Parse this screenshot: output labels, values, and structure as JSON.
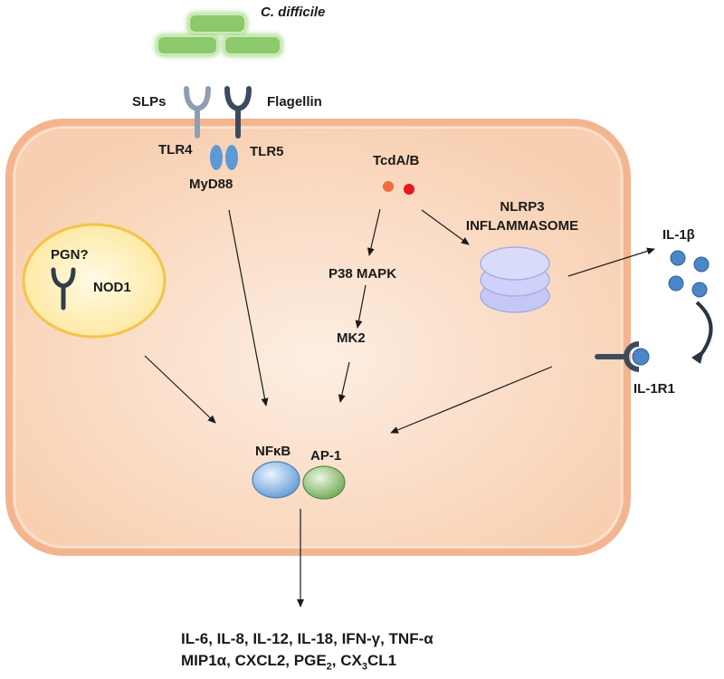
{
  "labels": {
    "bacterium": "C. difficile",
    "slps": "SLPs",
    "flagellin": "Flagellin",
    "tlr4": "TLR4",
    "tlr5": "TLR5",
    "myd88": "MyD88",
    "toxins": "TcdA/B",
    "nlrp3_line1": "NLRP3",
    "nlrp3_line2": "INFLAMMASOME",
    "il1b": "IL-1β",
    "il1r1": "IL-1R1",
    "pgn": "PGN?",
    "nod1": "NOD1",
    "p38": "P38 MAPK",
    "mk2": "MK2",
    "nfkb": "NFκB",
    "ap1": "AP-1"
  },
  "outputs": {
    "line1": "IL-6, IL-8, IL-12, IL-18, IFN-γ, TNF-α",
    "line2_a": "MIP1α, CXCL2, PGE",
    "line2_sub1": "2",
    "line2_b": ", CX",
    "line2_sub2": "3",
    "line2_c": "CL1"
  },
  "colors": {
    "cell_fill": "#fbd9bf",
    "cell_border": "#f2b48a",
    "bacteria": "#9ed37f",
    "tlr4": "#8e9fb5",
    "tlr5": "#3d4b5e",
    "myd88": "#5b9bd5",
    "tox1": "#f26c3c",
    "tox2": "#e8171d",
    "inflammasome": "#c5c8f5",
    "il1b": "#4a86c8",
    "nod1_fill": "#fff2a6",
    "nod1_border": "#f2c44a",
    "nfkb": "#8fbde8",
    "ap1": "#8fc27a"
  }
}
